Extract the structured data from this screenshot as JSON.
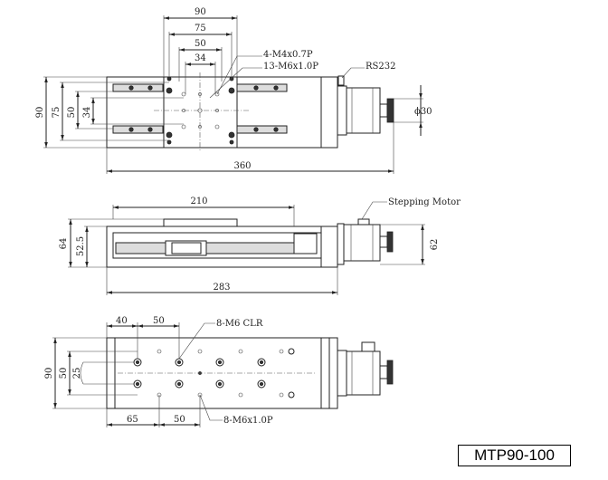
{
  "model": "MTP90-100",
  "top_view": {
    "dims": {
      "width_90": "90",
      "width_75": "75",
      "width_50": "50",
      "width_34": "34",
      "height_90": "90",
      "height_75": "75",
      "height_50": "50",
      "height_34": "34",
      "length_360": "360",
      "diameter_30": "ϕ30"
    },
    "labels": {
      "tap_small": "4-M4x0.7P",
      "tap_large": "13-M6x1.0P",
      "connector": "RS232"
    }
  },
  "side_view": {
    "dims": {
      "length_210": "210",
      "height_64": "64",
      "height_52_5": "52.5",
      "height_62": "62",
      "length_283": "283"
    },
    "labels": {
      "motor": "Stepping Motor"
    }
  },
  "bottom_view": {
    "dims": {
      "offset_40": "40",
      "pitch_50_top": "50",
      "height_90": "90",
      "height_50": "50",
      "height_25": "25",
      "offset_65": "65",
      "pitch_50_bottom": "50"
    },
    "labels": {
      "clearance": "8-M6 CLR",
      "tap": "8-M6x1.0P"
    }
  }
}
